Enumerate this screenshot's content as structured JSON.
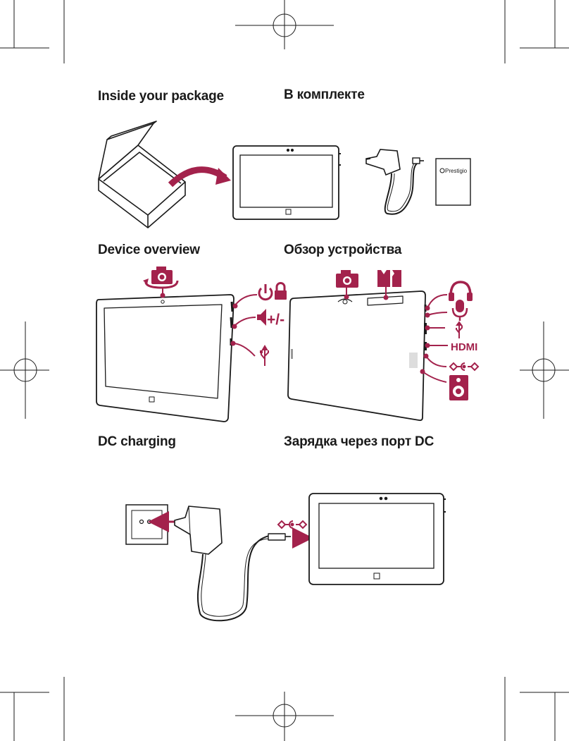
{
  "colors": {
    "accent": "#a3224c",
    "line": "#1a1a1a"
  },
  "sections": {
    "package": {
      "title_en": "Inside your package",
      "title_ru": "В комплекте"
    },
    "overview": {
      "title_en": "Device overview",
      "title_ru": "Обзор устройства"
    },
    "charging": {
      "title_en": "DC charging",
      "title_ru": "Зарядка через порт DC"
    }
  },
  "labels": {
    "brand": "Prestigio",
    "volume": "+/-",
    "hdmi": "HDMI"
  },
  "icons": [
    "crop-mark",
    "registration-mark",
    "box-icon",
    "arrow-icon",
    "tablet-icon",
    "charger-icon",
    "manual-icon",
    "camera-rotate-icon",
    "power-icon",
    "lock-icon",
    "volume-icon",
    "usb-icon",
    "camera-icon",
    "sim-sd-icon",
    "headphones-icon",
    "microphone-icon",
    "hdmi-icon",
    "dc-in-icon",
    "speaker-icon",
    "wall-socket-icon",
    "windows-logo-icon"
  ]
}
